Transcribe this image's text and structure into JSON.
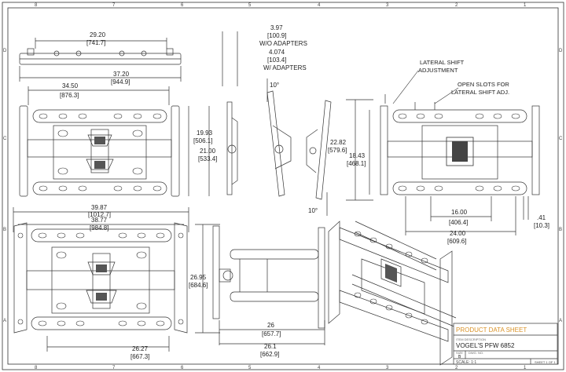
{
  "border": {
    "col_labels_top": [
      "8",
      "7",
      "6",
      "5",
      "4",
      "3",
      "2",
      "1"
    ],
    "col_labels_bottom": [
      "8",
      "7",
      "6",
      "5",
      "4",
      "3",
      "2",
      "1"
    ],
    "row_labels_left": [
      "D",
      "C",
      "B",
      "A"
    ],
    "row_labels_right": [
      "D",
      "C",
      "B",
      "A"
    ]
  },
  "views": {
    "top": {
      "dim_a": "29.20",
      "dim_a_mm": "[741.7]",
      "dim_b": "37.20",
      "dim_b_mm": "[944.9]"
    },
    "front": {
      "dim_width": "34.50",
      "dim_width_mm": "[876.3]",
      "dim_h1": "19.93",
      "dim_h1_mm": "[506.1]",
      "dim_h2": "21.00",
      "dim_h2_mm": "[533.4]"
    },
    "side": {
      "depth_1": "3.97",
      "depth_1_mm": "[100.9]",
      "depth_1_note": "W/O ADAPTERS",
      "depth_2": "4.074",
      "depth_2_mm": "[103.4]",
      "depth_2_note": "W/ ADAPTERS",
      "tilt_top": "10°",
      "tilt_bottom": "10°"
    },
    "rear": {
      "note_1_line1": "LATERAL SHIFT",
      "note_1_line2": "ADJUSTMENT",
      "note_2_line1": "OPEN SLOTS FOR",
      "note_2_line2": "LATERAL SHIFT ADJ.",
      "h_outer": "22.82",
      "h_outer_mm": "[579.6]",
      "h_inner": "18.43",
      "h_inner_mm": "[468.1]",
      "w_inner": "16.00",
      "w_inner_mm": "[406.4]",
      "w_outer": "24.00",
      "w_outer_mm": "[609.6]",
      "offset": ".41",
      "offset_mm": "[10.3]"
    },
    "lower_front": {
      "w_outer": "39.87",
      "w_outer_mm": "[1012.7]",
      "w_inner": "38.77",
      "w_inner_mm": "[984.8]",
      "h": "26.95",
      "h_mm": "[684.6]",
      "w_bottom": "26.27",
      "w_bottom_mm": "[667.3]"
    },
    "extended": {
      "ext_1": "26",
      "ext_1_mm": "[657.7]",
      "ext_2": "26.1",
      "ext_2_mm": "[662.9]"
    }
  },
  "title_block": {
    "heading": "PRODUCT DATA SHEET",
    "desc_label": "ITEM DESCRIPTION",
    "model": "VOGEL'S PFW 6852",
    "size_label": "SIZE",
    "size_value": "B",
    "dwg_label": "DWG. NO.",
    "scale": "SCALE: 1:1",
    "sheet_label": "SHEET 1 OF 1"
  },
  "colors": {
    "line": "#333333",
    "accent": "#d9932a"
  }
}
